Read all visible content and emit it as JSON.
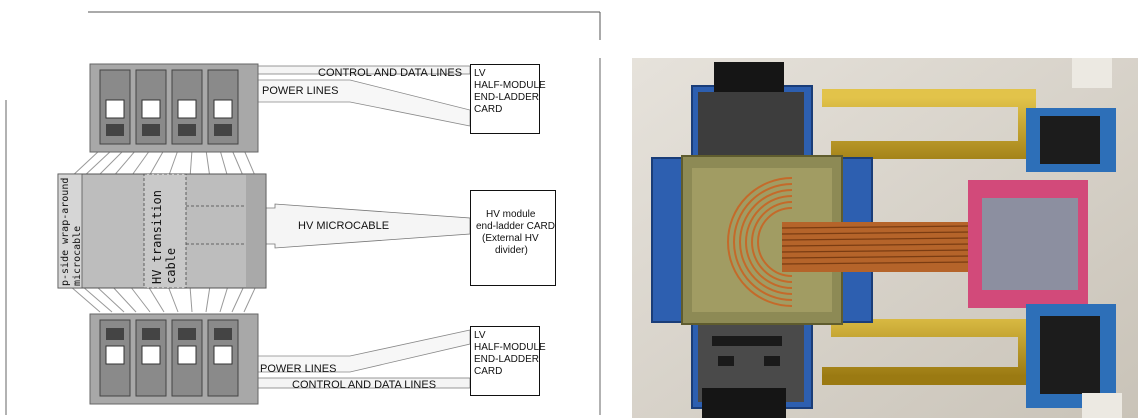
{
  "diagram": {
    "top_card": {
      "lines": [
        "LV",
        "HALF-MODULE",
        "END-LADDER",
        "CARD"
      ]
    },
    "bottom_card": {
      "lines": [
        "LV",
        "HALF-MODULE",
        "END-LADDER",
        "CARD"
      ]
    },
    "hv_card": {
      "lines": [
        "HV module",
        "end-ladder CARD",
        "(External HV",
        "divider)"
      ]
    },
    "labels": {
      "control_data_top": "CONTROL AND DATA LINES",
      "power_top": "POWER LINES",
      "hv_microcable": "HV MICROCABLE",
      "power_bottom": "POWER LINES",
      "control_data_bottom": "CONTROL AND DATA LINES",
      "wraparound": "p-side wrap-around microcable",
      "hv_transition": "HV transition cable"
    }
  },
  "colors": {
    "module_gray": "#9a9a9a",
    "chip_dark": "#555555",
    "photo_bg": "#d8d3ca",
    "kapton_gold": "#c8a21e",
    "copper": "#b5642a",
    "frame_blue": "#2d5fb0",
    "pink": "#d24a7a"
  }
}
